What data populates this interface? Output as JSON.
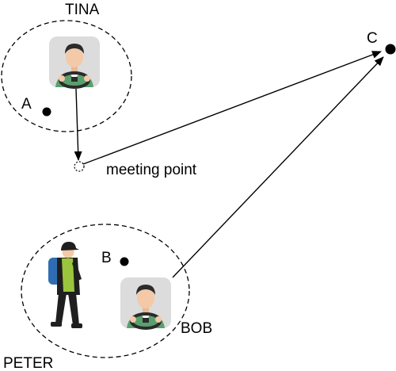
{
  "labels": {
    "tina": "TINA",
    "peter": "PETER",
    "bob": "BOB",
    "point_a": "A",
    "point_b": "B",
    "point_c": "C",
    "meeting_point": "meeting point"
  },
  "icons": {
    "driver": "driver-avatar-icon",
    "hiker": "hiker-icon"
  },
  "colors": {
    "stroke": "#000000",
    "driver_bg": "#dcdcdc",
    "driver_shirt": "#5aa06e",
    "skin": "#f3c9a8",
    "hair": "#2b2b2b",
    "backpack": "#2f6db3",
    "vest": "#9bc53d"
  }
}
